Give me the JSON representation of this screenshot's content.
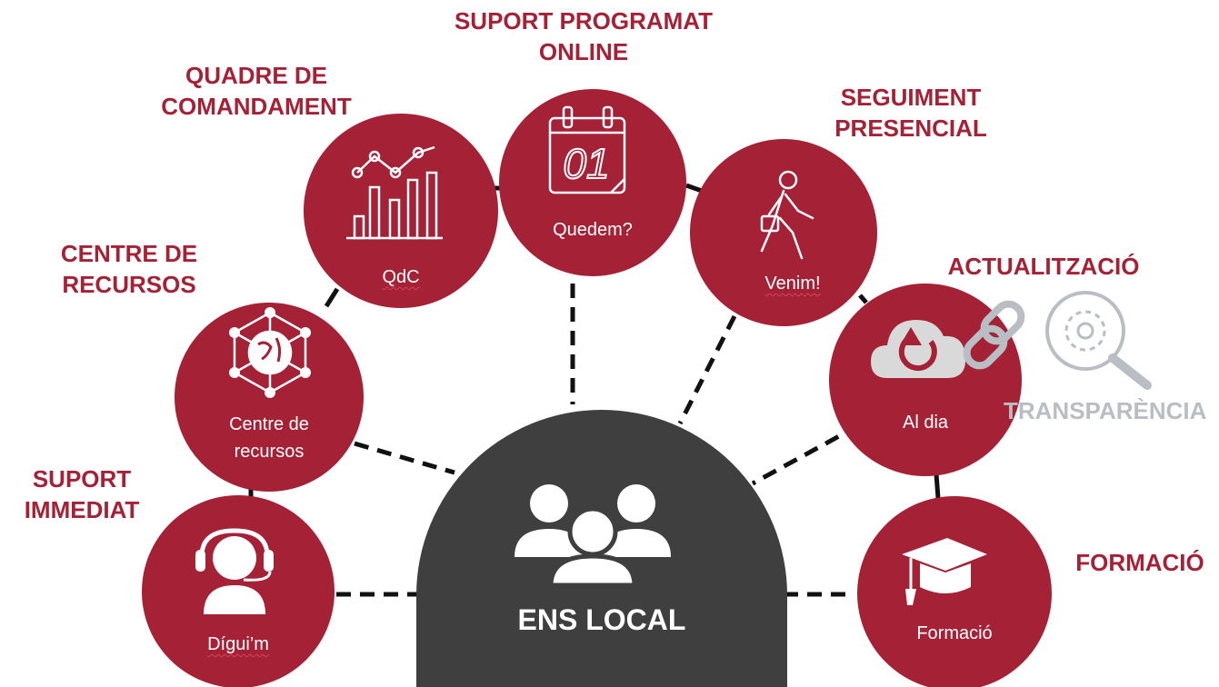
{
  "center": {
    "label": "ENS LOCAL",
    "icon": "people-group-icon"
  },
  "services": {
    "suport_programat": {
      "title_line1": "SUPORT  PROGRAMAT",
      "title_line2": "ONLINE",
      "circle_label": "Quedem?",
      "icon": "calendar-icon"
    },
    "quadre": {
      "title_line1": "QUADRE DE",
      "title_line2": "COMANDAMENT",
      "circle_label": "QdC",
      "icon": "bar-line-chart-icon"
    },
    "seguiment": {
      "title_line1": "SEGUIMENT",
      "title_line2": "PRESENCIAL",
      "circle_label": "Venim!",
      "icon": "walking-person-briefcase-icon"
    },
    "centre": {
      "title_line1": "CENTRE DE",
      "title_line2": "RECURSOS",
      "circle_label_line1": "Centre de",
      "circle_label_line2": "recursos",
      "icon": "globe-network-icon"
    },
    "actualitzacio": {
      "title": "ACTUALITZACIÓ",
      "circle_label": "Al dia",
      "icon": "cloud-refresh-icon"
    },
    "transparencia": {
      "label": "TRANSPARÈNCIA",
      "icon": "magnifier-gear-icon",
      "link_icon": "chain-link-icon"
    },
    "suport_immediat": {
      "title_line1": "SUPORT",
      "title_line2": "IMMEDIAT",
      "circle_label": "Dígui’m",
      "icon": "headset-agent-icon"
    },
    "formacio": {
      "title": "FORMACIÓ",
      "circle_label": "Formació",
      "icon": "graduation-cap-icon"
    }
  },
  "colors": {
    "accent": "#a42136",
    "center": "#3f3f3f",
    "transparency": "#b8bec4",
    "white": "#ffffff"
  }
}
